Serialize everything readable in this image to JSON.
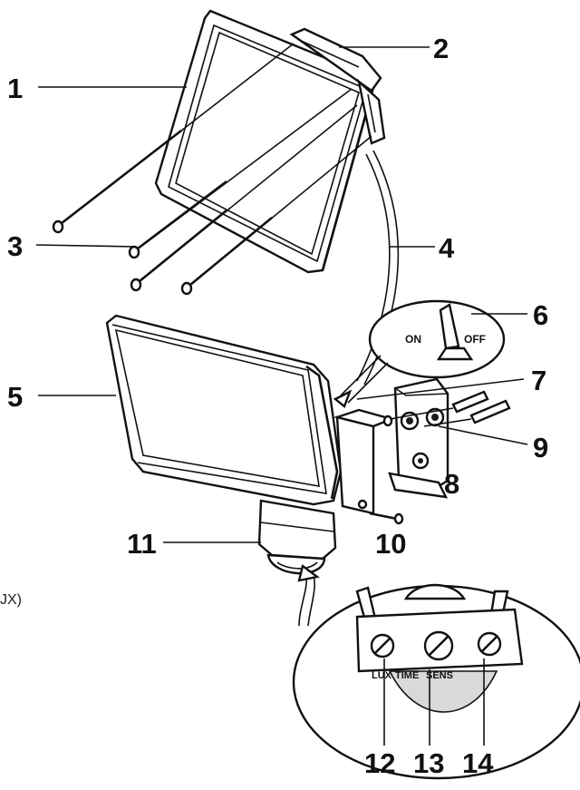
{
  "diagram": {
    "callouts": [
      "1",
      "2",
      "3",
      "4",
      "5",
      "6",
      "7",
      "8",
      "9",
      "10",
      "11",
      "12",
      "13",
      "14"
    ],
    "switch": {
      "on_label": "ON",
      "off_label": "OFF"
    },
    "knobs": {
      "lux_label": "LUX",
      "time_label": "TIME",
      "sens_label": "SENS"
    },
    "side_text": "JX)"
  }
}
